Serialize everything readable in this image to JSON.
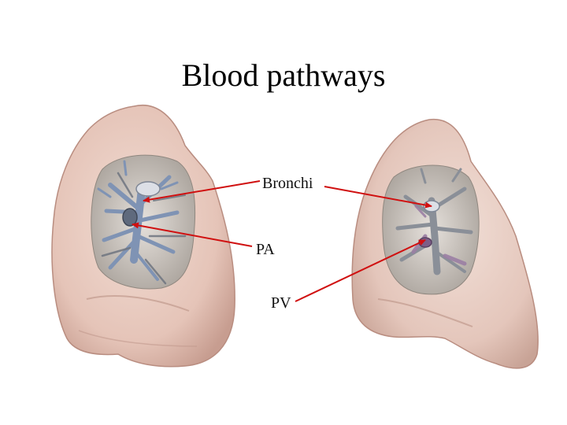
{
  "title": "Blood pathways",
  "labels": {
    "bronchi": "Bronchi",
    "pa": "PA",
    "pv": "PV"
  },
  "colors": {
    "lung_fill": "#e8c9bf",
    "lung_shadow": "#c9a296",
    "hilum_fill": "#d7d0c9",
    "bronchi_blue": "#7f93b4",
    "vessel_grey": "#8a8f98",
    "vein_purple": "#9b7fa4",
    "arrow_red": "#d01010"
  }
}
